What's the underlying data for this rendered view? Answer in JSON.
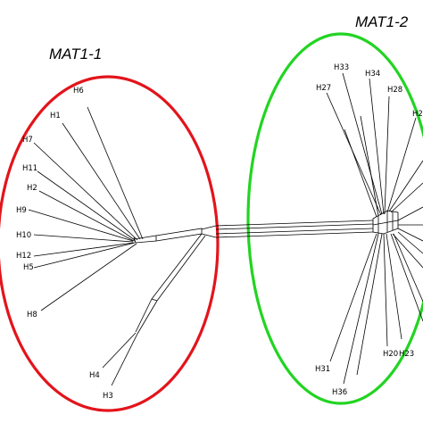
{
  "groups": {
    "left": {
      "label": "MAT1-1",
      "color": "#e3141b"
    },
    "right": {
      "label": "MAT1-2",
      "color": "#22d422"
    }
  },
  "left_leaves": [
    "H6",
    "H1",
    "H7",
    "H11",
    "H2",
    "H9",
    "H10",
    "H12",
    "H5",
    "H8",
    "H4",
    "H3"
  ],
  "right_leaves": [
    "H33",
    "H34",
    "H27",
    "H28",
    "H2",
    "H31",
    "H36",
    "H20",
    "H23"
  ]
}
